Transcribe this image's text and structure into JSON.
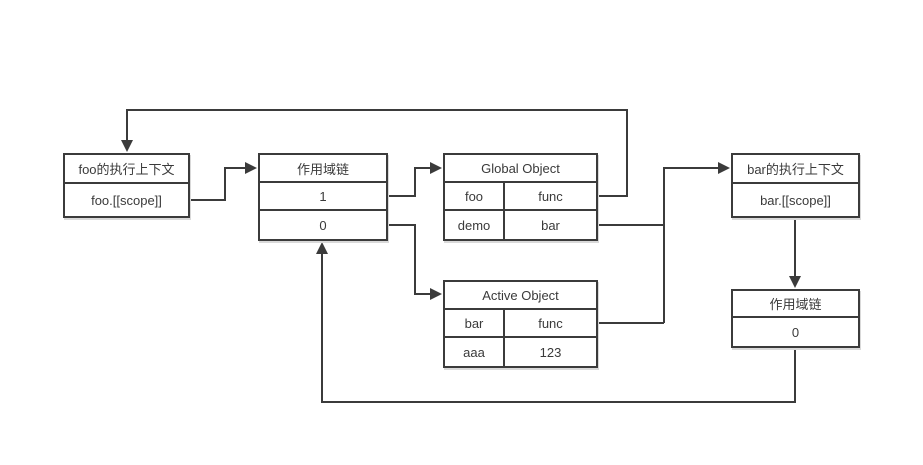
{
  "canvas": {
    "background_color": "#ffffff",
    "line_color": "#3b3b3b",
    "text_color": "#3a3a3a"
  },
  "diagram": {
    "foo_context": {
      "title": "foo的执行上下文",
      "scope_ref": "foo.[[scope]]"
    },
    "foo_scope_chain": {
      "title": "作用域链",
      "items": [
        "1",
        "0"
      ]
    },
    "global_object": {
      "title": "Global Object",
      "rows": [
        {
          "key": "foo",
          "value": "func"
        },
        {
          "key": "demo",
          "value": "bar"
        }
      ]
    },
    "active_object": {
      "title": "Active Object",
      "rows": [
        {
          "key": "bar",
          "value": "func"
        },
        {
          "key": "aaa",
          "value": "123"
        }
      ]
    },
    "bar_context": {
      "title": "bar的执行上下文",
      "scope_ref": "bar.[[scope]]"
    },
    "bar_scope_chain": {
      "title": "作用域链",
      "items": [
        "0"
      ]
    }
  }
}
